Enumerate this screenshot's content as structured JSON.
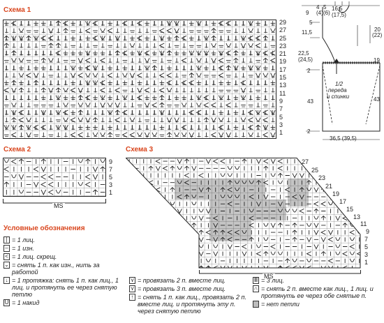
{
  "scheme1": {
    "title": "Схема 1",
    "row_numbers": [
      "29",
      "27",
      "25",
      "23",
      "21",
      "19",
      "17",
      "15",
      "13",
      "11",
      "9",
      "7",
      "5",
      "3",
      "1"
    ]
  },
  "scheme2": {
    "title": "Схема 2",
    "row_numbers": [
      "9",
      "7",
      "5",
      "3",
      "1"
    ],
    "repeat_label": "MS"
  },
  "scheme3": {
    "title": "Схема 3",
    "right_numbers": [
      "27",
      "25",
      "23",
      "21",
      "19",
      "17",
      "15",
      "13",
      "11"
    ],
    "left_numbers": [
      "9",
      "7",
      "5",
      "3",
      "1"
    ],
    "repeat_label": "MS"
  },
  "schematic": {
    "top_dims": {
      "a": "9",
      "b": "4",
      "c": "5",
      "d": "16,5",
      "e": "(17,5)",
      "f": "(4)",
      "g": "(6)"
    },
    "left_dims": {
      "a": "5",
      "b": "11,5",
      "c": "22,5",
      "d": "(24,5)",
      "e": "2",
      "f": "43",
      "g": "2"
    },
    "right_dims": {
      "a": "20",
      "b": "(22)",
      "c": "19",
      "d": "43"
    },
    "center_label": [
      "1/2",
      "переда",
      "и спинки"
    ],
    "bottom_dims": "36,5 (39,5)"
  },
  "legend": {
    "title": "Условные обозначения",
    "items": [
      {
        "symbol": "|",
        "text": "= 1 лиц."
      },
      {
        "symbol": "–",
        "text": "= 1 изн."
      },
      {
        "symbol": "<",
        "text": "= 1 лиц. скрещ."
      },
      {
        "symbol": "⌄",
        "text": "= снять 1 п. как изн., нить за работой"
      },
      {
        "symbol": "↓",
        "text": "= 1 протяжка: снять 1 п. как лиц., 1 лиц. и протянуть ее через снятую петлю"
      },
      {
        "symbol": "U",
        "text": "= 1 накид"
      },
      {
        "symbol": "⋎",
        "text": "= провязать 2 п. вместе лиц."
      },
      {
        "symbol": "⋎",
        "text": "= провязать 3 п. вместе лиц."
      },
      {
        "symbol": "↑",
        "text": "= снять 1 п. как лиц., провязать 2 п. вместе лиц. и протянуть эту п. через снятую петлю"
      },
      {
        "symbol": "Ⅲ",
        "text": "= 3 лиц."
      },
      {
        "symbol": "∩",
        "text": "= снять 2 п. вместе как лиц., 1 лиц. и протянуть ее через обе снятые п."
      },
      {
        "symbol": "",
        "text": "= нет петли"
      }
    ]
  }
}
